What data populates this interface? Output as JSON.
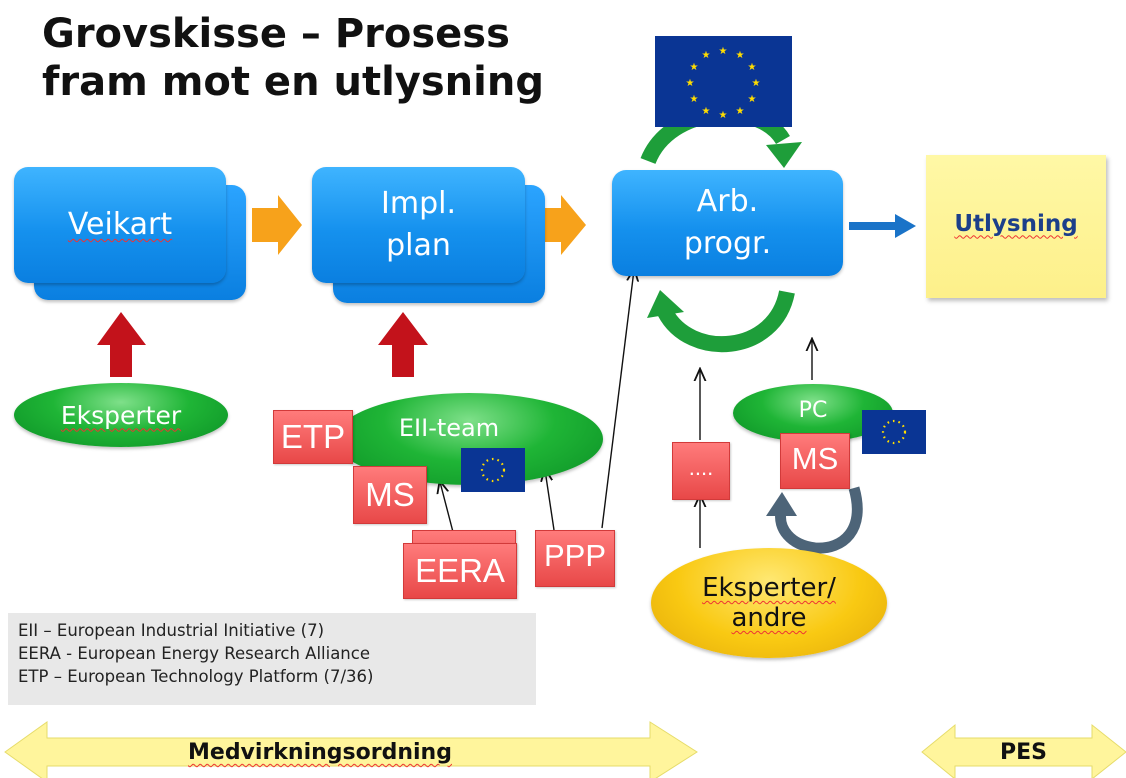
{
  "title": "Grovskisse – Prosess\nfram mot en utlysning",
  "boxes": {
    "veikart": "Veikart",
    "impl_plan": "Impl.\nplan",
    "arb_progr": "Arb.\nprogr.",
    "utlysning": "Utlysning"
  },
  "actors": {
    "eksperter": "Eksperter",
    "eii_team": "EII-team",
    "pc": "PC",
    "eksperter_andre": "Eksperter/\nandre"
  },
  "tags": {
    "etp": "ETP",
    "ms1": "MS",
    "eera": "EERA",
    "ppp": "PPP",
    "dots": "....",
    "ms2": "MS"
  },
  "legend": [
    "EII – European Industrial Initiative (7)",
    "EERA - European Energy Research Alliance",
    "ETP – European Technology Platform (7/36)"
  ],
  "bottom_arrows": {
    "left": "Medvirkningsordning",
    "right": "PES"
  },
  "colors": {
    "blue_box": "#1591ee",
    "orange_arrow": "#f7a21b",
    "red_arrow": "#c3121b",
    "green_ellipse": "#1fb536",
    "red_tag": "#f05454",
    "eu_blue": "#0a3594",
    "eu_star": "#ffdd00",
    "note_yellow": "#fdf08a",
    "yellow_arrow": "#fff59c"
  },
  "icons": [
    "eu-flag-icon"
  ]
}
